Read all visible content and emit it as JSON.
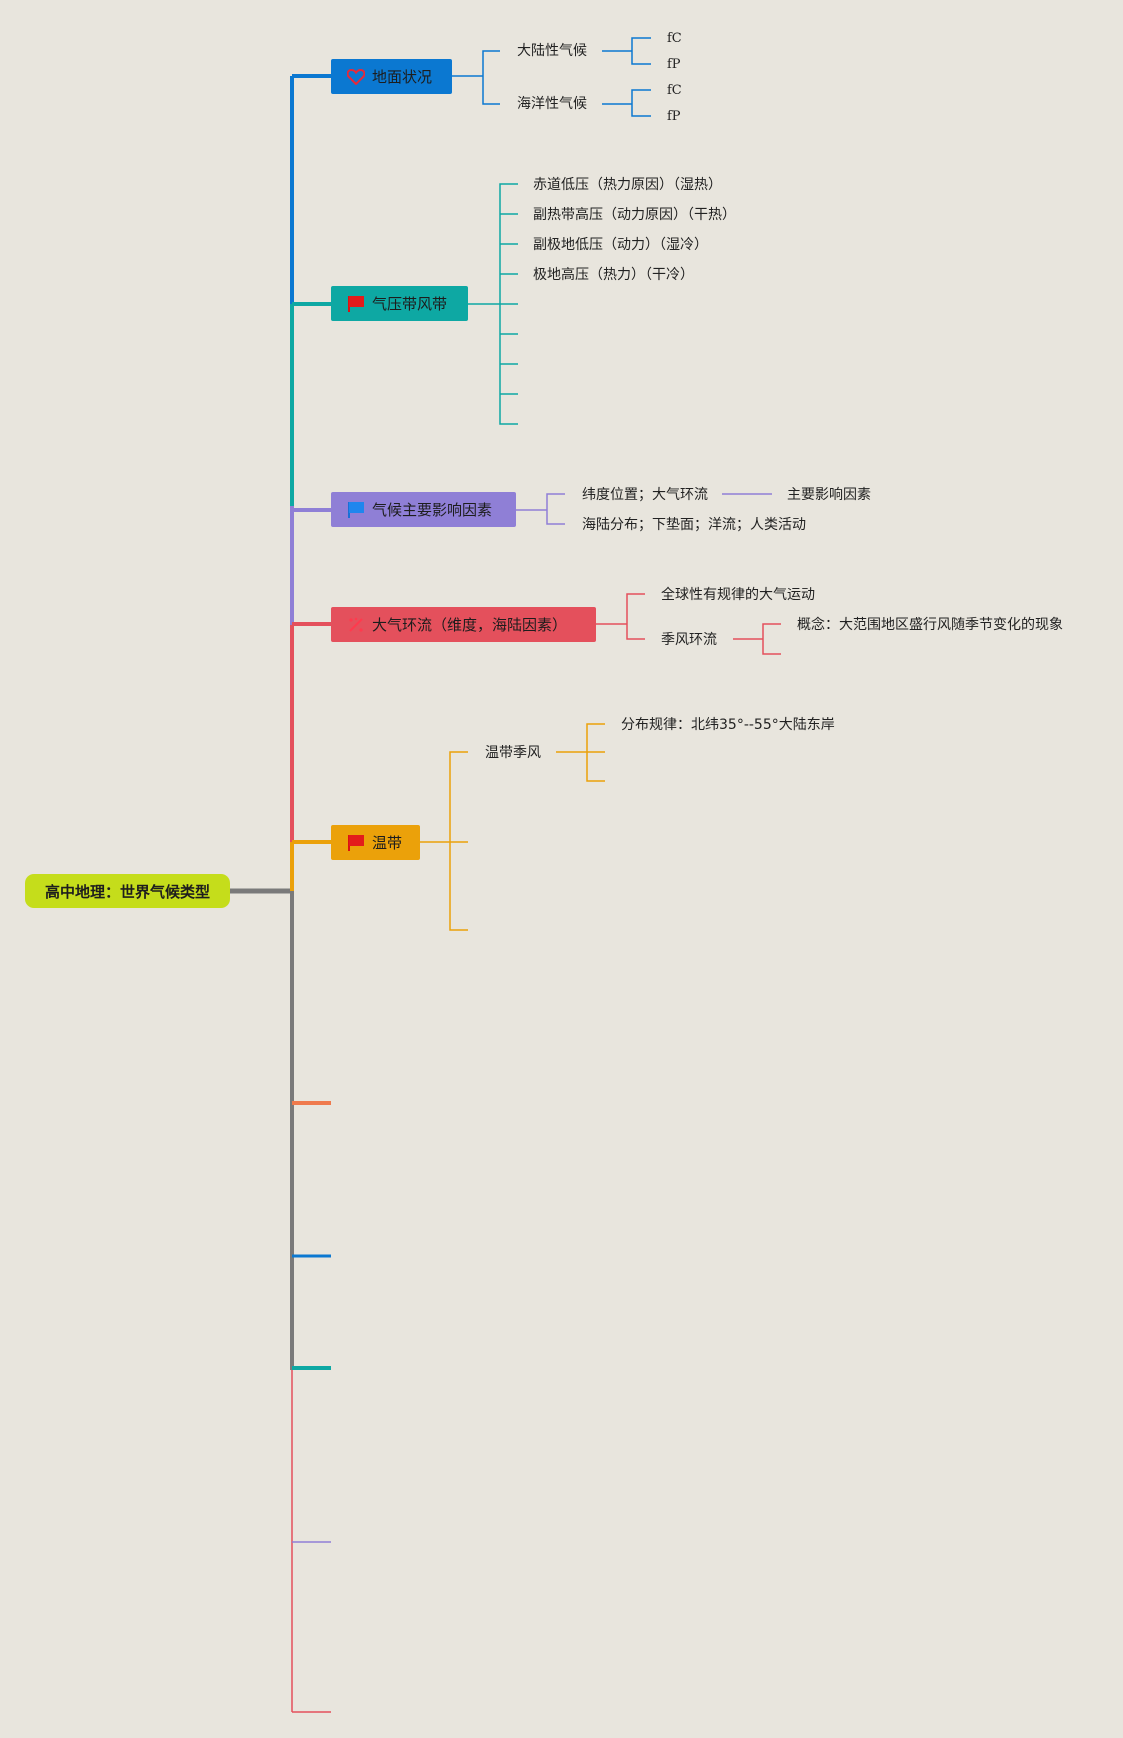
{
  "root": {
    "title": "高中地理：世界气候类型"
  },
  "branches": {
    "ground": {
      "label": "地面状况",
      "icon": "heart-icon",
      "children": [
        {
          "label": "大陆性气候",
          "children": [
            "fC",
            "fP"
          ]
        },
        {
          "label": "海洋性气候",
          "children": [
            "fC",
            "fP"
          ]
        }
      ]
    },
    "pressure": {
      "label": "气压带风带",
      "icon": "red-flag-icon",
      "items": [
        "赤道低压（热力原因）（湿热）",
        "副热带高压（动力原因）（干热）",
        "副极地低压（动力）（湿冷）",
        "极地高压（热力）（干冷）"
      ]
    },
    "factors": {
      "label": "气候主要影响因素",
      "icon": "blue-flag-icon",
      "items": [
        "纬度位置；大气环流",
        "海陆分布；下垫面；洋流；人类活动"
      ],
      "note": "主要影响因素"
    },
    "circulation": {
      "label": "大气环流（维度，海陆因素）",
      "icon": "sparkle-icon",
      "items": [
        "全球性有规律的大气运动",
        "季风环流"
      ],
      "monsoon_note": "概念：大范围地区盛行风随季节变化的现象"
    },
    "temperate": {
      "label": "温带",
      "icon": "red-flag-icon",
      "monsoon": "温带季风",
      "monsoon_rule": "分布规律：北纬35°--55°大陆东岸"
    }
  },
  "colors": {
    "background": "#e8e5dd",
    "root": "#c5dd1b",
    "ground": "#0b78d1",
    "pressure": "#0ea8a3",
    "factors": "#8f7fd6",
    "circulation": "#e4505c",
    "temperate": "#eba10a",
    "trunk": "#7a7a7a",
    "orange": "#ef7a4d"
  }
}
